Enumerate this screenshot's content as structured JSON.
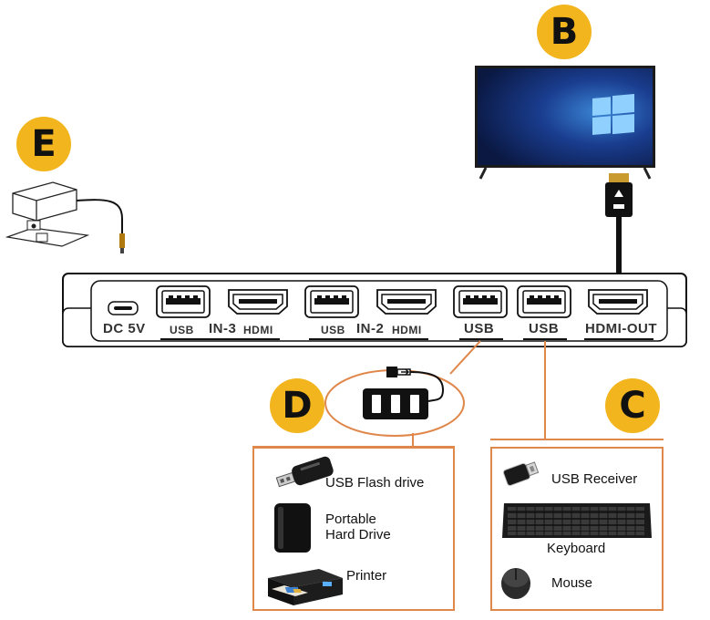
{
  "badges": {
    "b": "B",
    "c": "C",
    "d": "D",
    "e": "E"
  },
  "ports": {
    "dc": "DC 5V",
    "usb_in3": "USB",
    "in3": "IN-3",
    "hdmi_in3": "HDMI",
    "usb_in2": "USB",
    "in2": "IN-2",
    "hdmi_in2": "HDMI",
    "usb_a": "USB",
    "usb_b": "USB",
    "hdmi_out": "HDMI-OUT"
  },
  "storage_devices": {
    "flash": "USB Flash drive",
    "hdd_line1": "Portable",
    "hdd_line2": "Hard Drive",
    "printer": "Printer"
  },
  "input_devices": {
    "receiver": "USB Receiver",
    "keyboard": "Keyboard",
    "mouse": "Mouse"
  },
  "colors": {
    "badge": "#f2b51d",
    "connector": "#e0874b",
    "tv_screen": "#1a3d8f"
  },
  "icons": [
    "power-adapter-icon",
    "tv-icon",
    "hdmi-cable-icon",
    "usb-hub-icon",
    "usb-flash-drive-icon",
    "hard-drive-icon",
    "printer-icon",
    "usb-receiver-icon",
    "keyboard-icon",
    "mouse-icon",
    "windows-logo-icon"
  ]
}
